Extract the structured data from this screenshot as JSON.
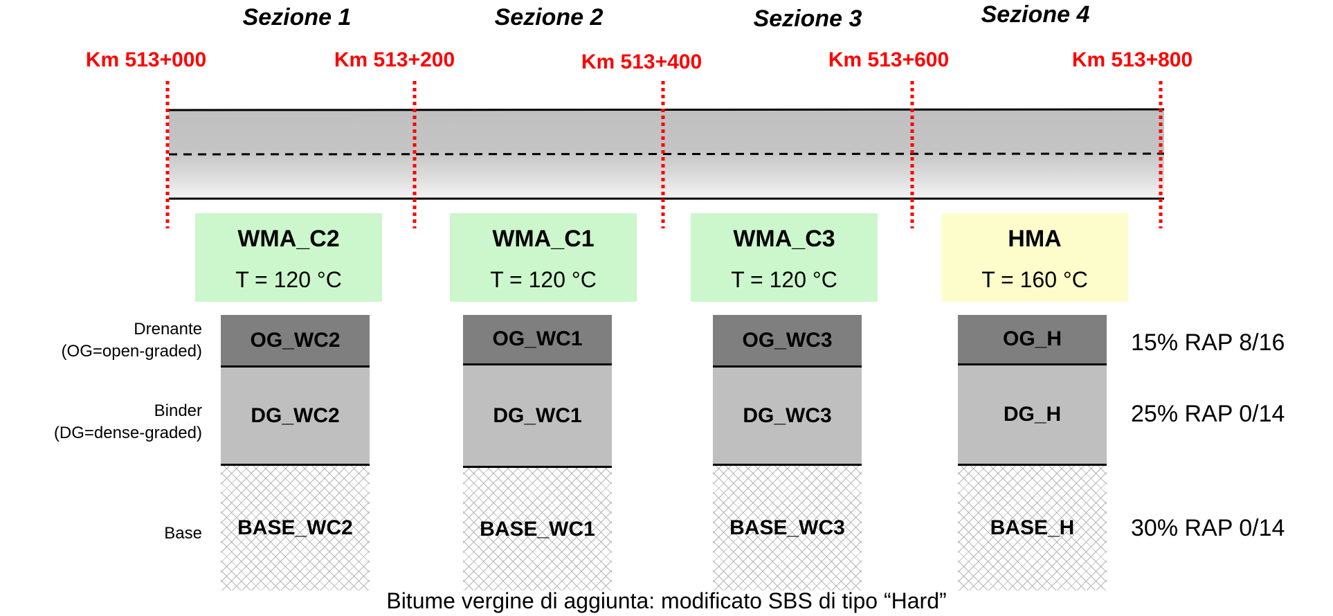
{
  "sections": [
    "Sezione 1",
    "Sezione 2",
    "Sezione 3",
    "Sezione 4"
  ],
  "km_markers": [
    "Km 513+000",
    "Km 513+200",
    "Km 513+400",
    "Km 513+600",
    "Km 513+800"
  ],
  "mixes": [
    {
      "name": "WMA_C2",
      "temp": "T = 120 °C",
      "color": "#ccf7cc"
    },
    {
      "name": "WMA_C1",
      "temp": "T = 120 °C",
      "color": "#ccf7cc"
    },
    {
      "name": "WMA_C3",
      "temp": "T = 120 °C",
      "color": "#ccf7cc"
    },
    {
      "name": "HMA",
      "temp": "T = 160 °C",
      "color": "#fdfdcc"
    }
  ],
  "layer_labels": {
    "og": [
      "Drenante",
      "(OG=open-graded)"
    ],
    "dg": [
      "Binder",
      "(DG=dense-graded)"
    ],
    "base": "Base"
  },
  "columns": [
    {
      "og": "OG_WC2",
      "dg": "DG_WC2",
      "base": "BASE_WC2"
    },
    {
      "og": "OG_WC1",
      "dg": "DG_WC1",
      "base": "BASE_WC1"
    },
    {
      "og": "OG_WC3",
      "dg": "DG_WC3",
      "base": "BASE_WC3"
    },
    {
      "og": "OG_H",
      "dg": "DG_H",
      "base": "BASE_H"
    }
  ],
  "rap": [
    "15% RAP 8/16",
    "25% RAP 0/14",
    "30% RAP 0/14"
  ],
  "footer": "Bitume vergine di aggiunta: modificato SBS di tipo “Hard”",
  "colors": {
    "marker": "#ff0000",
    "og_layer": "#7f7f7f",
    "dg_layer": "#bfbfbf",
    "road": "#c0c0c0"
  }
}
